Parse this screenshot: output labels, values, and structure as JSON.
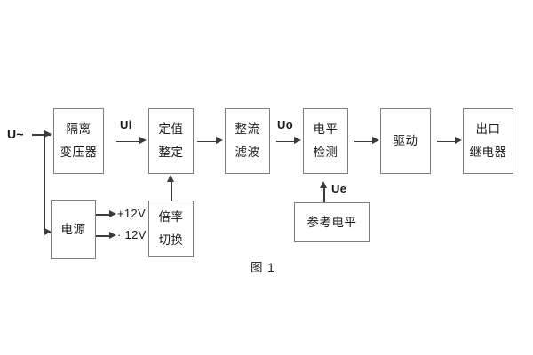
{
  "diagram": {
    "caption": "图 1",
    "input_label": "U~",
    "blocks": [
      {
        "id": "isolation-transformer",
        "lines": [
          "隔离",
          "变压器"
        ]
      },
      {
        "id": "setting-value",
        "lines": [
          "定值",
          "整定"
        ]
      },
      {
        "id": "rectify-filter",
        "lines": [
          "整流",
          "滤波"
        ]
      },
      {
        "id": "level-detection",
        "lines": [
          "电平",
          "检测"
        ]
      },
      {
        "id": "drive",
        "lines": [
          "驱动"
        ]
      },
      {
        "id": "output-relay",
        "lines": [
          "出口",
          "继电器"
        ]
      },
      {
        "id": "power-supply",
        "lines": [
          "电源"
        ]
      },
      {
        "id": "multiplier-switch",
        "lines": [
          "倍率",
          "切换"
        ]
      },
      {
        "id": "reference-level",
        "lines": [
          "参考电平"
        ]
      }
    ],
    "signals": {
      "ui": "Ui",
      "uo": "Uo",
      "ue": "Ue",
      "supply_positive": "+12V",
      "supply_negative": "· 12V"
    },
    "colors": {
      "block_border": "#7f7f7f",
      "wire": "#3c3c3c",
      "text": "#1a1a1a",
      "background": "#ffffff"
    }
  }
}
